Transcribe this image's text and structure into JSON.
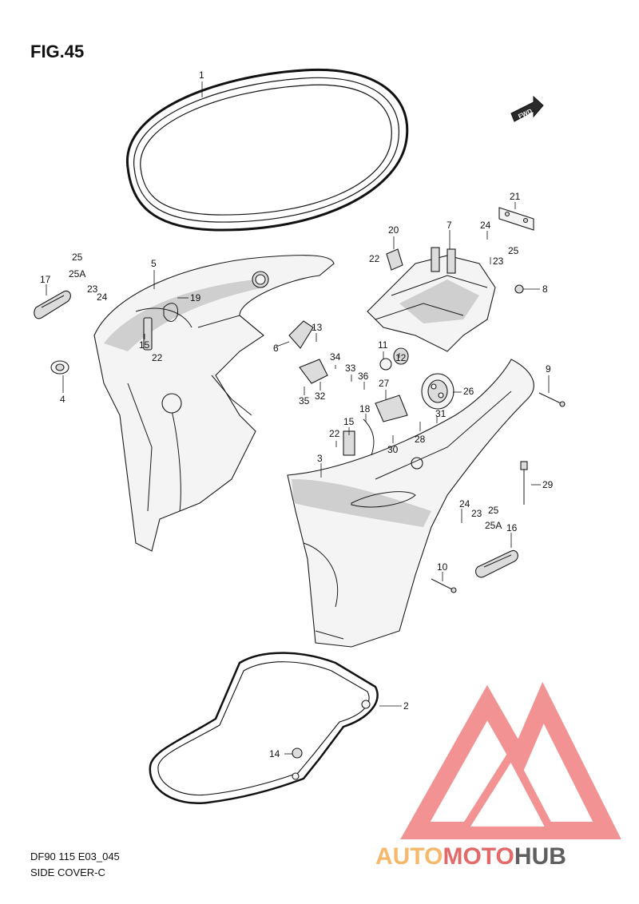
{
  "figure": {
    "title": "FIG.45",
    "fwd_label": "FWD",
    "footer_code": "DF90 115 E03_045",
    "footer_name": "SIDE COVER-C"
  },
  "watermark": {
    "part1": "AUTO",
    "part2": "MOTO",
    "part3": "HUB",
    "colors": {
      "auto": "#f6b96b",
      "moto": "#e46a6a",
      "hub": "#5f5f5f",
      "logo": "#f08080"
    }
  },
  "callouts": [
    {
      "id": "c1",
      "label": "1"
    },
    {
      "id": "c2",
      "label": "2"
    },
    {
      "id": "c3",
      "label": "3"
    },
    {
      "id": "c4",
      "label": "4"
    },
    {
      "id": "c5",
      "label": "5"
    },
    {
      "id": "c6",
      "label": "6"
    },
    {
      "id": "c7",
      "label": "7"
    },
    {
      "id": "c8",
      "label": "8"
    },
    {
      "id": "c9",
      "label": "9"
    },
    {
      "id": "c10",
      "label": "10"
    },
    {
      "id": "c11",
      "label": "11"
    },
    {
      "id": "c12",
      "label": "12"
    },
    {
      "id": "c13",
      "label": "13"
    },
    {
      "id": "c14",
      "label": "14"
    },
    {
      "id": "c15a",
      "label": "15"
    },
    {
      "id": "c15b",
      "label": "15"
    },
    {
      "id": "c16",
      "label": "16"
    },
    {
      "id": "c17",
      "label": "17"
    },
    {
      "id": "c18",
      "label": "18"
    },
    {
      "id": "c19",
      "label": "19"
    },
    {
      "id": "c20",
      "label": "20"
    },
    {
      "id": "c21",
      "label": "21"
    },
    {
      "id": "c22a",
      "label": "22"
    },
    {
      "id": "c22b",
      "label": "22"
    },
    {
      "id": "c22c",
      "label": "22"
    },
    {
      "id": "c23a",
      "label": "23"
    },
    {
      "id": "c23b",
      "label": "23"
    },
    {
      "id": "c23c",
      "label": "23"
    },
    {
      "id": "c24a",
      "label": "24"
    },
    {
      "id": "c24b",
      "label": "24"
    },
    {
      "id": "c24c",
      "label": "24"
    },
    {
      "id": "c25a",
      "label": "25"
    },
    {
      "id": "c25b",
      "label": "25"
    },
    {
      "id": "c25c",
      "label": "25"
    },
    {
      "id": "c25Aa",
      "label": "25A"
    },
    {
      "id": "c25Ab",
      "label": "25A"
    },
    {
      "id": "c26",
      "label": "26"
    },
    {
      "id": "c27",
      "label": "27"
    },
    {
      "id": "c28",
      "label": "28"
    },
    {
      "id": "c29",
      "label": "29"
    },
    {
      "id": "c30",
      "label": "30"
    },
    {
      "id": "c31",
      "label": "31"
    },
    {
      "id": "c32",
      "label": "32"
    },
    {
      "id": "c33",
      "label": "33"
    },
    {
      "id": "c34",
      "label": "34"
    },
    {
      "id": "c35",
      "label": "35"
    },
    {
      "id": "c36",
      "label": "36"
    }
  ]
}
